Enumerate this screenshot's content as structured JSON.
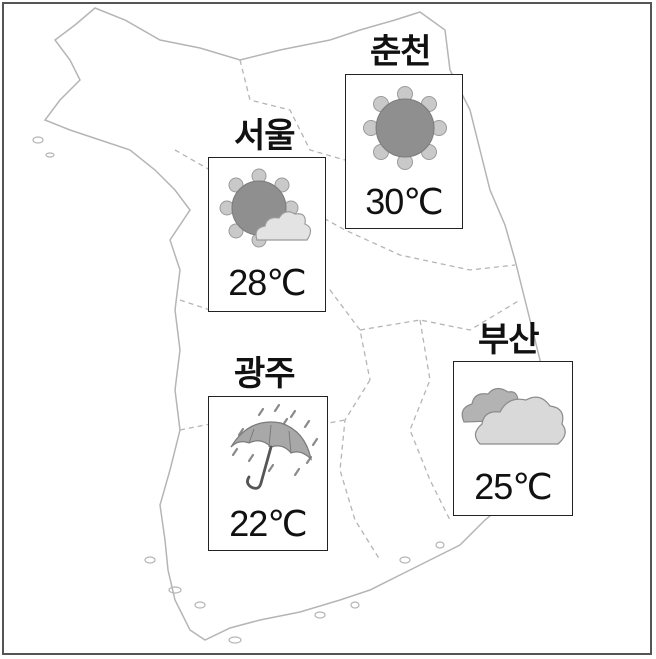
{
  "cities": [
    {
      "name": "서울",
      "weather_icon": "sun-cloud-icon",
      "temperature": "28℃"
    },
    {
      "name": "춘천",
      "weather_icon": "sun-icon",
      "temperature": "30℃"
    },
    {
      "name": "광주",
      "weather_icon": "umbrella-rain-icon",
      "temperature": "22℃"
    },
    {
      "name": "부산",
      "weather_icon": "cloud-icon",
      "temperature": "25℃"
    }
  ]
}
